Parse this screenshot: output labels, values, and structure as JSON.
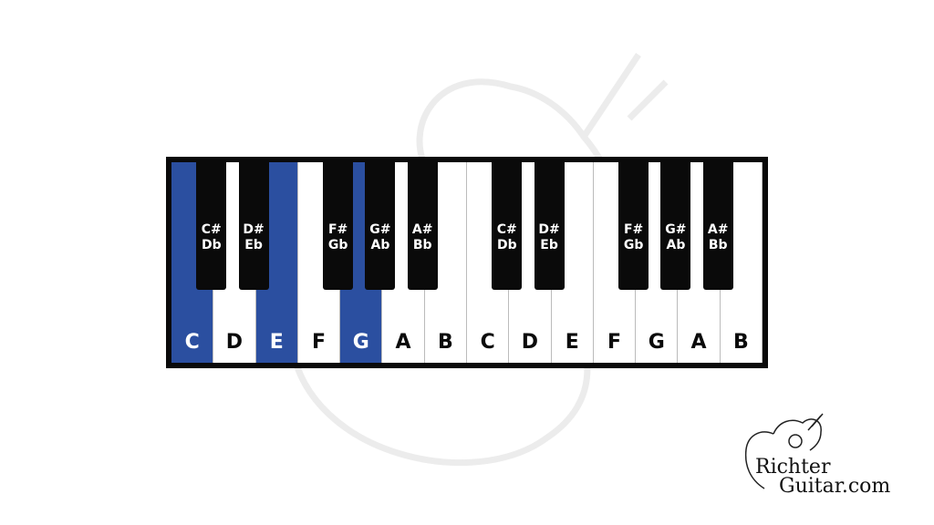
{
  "keyboard": {
    "highlight_color": "#2b4fa0",
    "white_keys": [
      {
        "label": "C",
        "highlighted": true
      },
      {
        "label": "D",
        "highlighted": false
      },
      {
        "label": "E",
        "highlighted": true
      },
      {
        "label": "F",
        "highlighted": false
      },
      {
        "label": "G",
        "highlighted": true
      },
      {
        "label": "A",
        "highlighted": false
      },
      {
        "label": "B",
        "highlighted": false
      },
      {
        "label": "C",
        "highlighted": false
      },
      {
        "label": "D",
        "highlighted": false
      },
      {
        "label": "E",
        "highlighted": false
      },
      {
        "label": "F",
        "highlighted": false
      },
      {
        "label": "G",
        "highlighted": false
      },
      {
        "label": "A",
        "highlighted": false
      },
      {
        "label": "B",
        "highlighted": false
      }
    ],
    "black_keys": [
      {
        "after": 0,
        "sharp": "C#",
        "flat": "Db"
      },
      {
        "after": 1,
        "sharp": "D#",
        "flat": "Eb"
      },
      {
        "after": 3,
        "sharp": "F#",
        "flat": "Gb"
      },
      {
        "after": 4,
        "sharp": "G#",
        "flat": "Ab"
      },
      {
        "after": 5,
        "sharp": "A#",
        "flat": "Bb"
      },
      {
        "after": 7,
        "sharp": "C#",
        "flat": "Db"
      },
      {
        "after": 8,
        "sharp": "D#",
        "flat": "Eb"
      },
      {
        "after": 10,
        "sharp": "F#",
        "flat": "Gb"
      },
      {
        "after": 11,
        "sharp": "G#",
        "flat": "Ab"
      },
      {
        "after": 12,
        "sharp": "A#",
        "flat": "Bb"
      }
    ]
  },
  "logo": {
    "line1": "Richter",
    "line2": "Guitar.com",
    "icon": "guitar-outline-icon"
  }
}
